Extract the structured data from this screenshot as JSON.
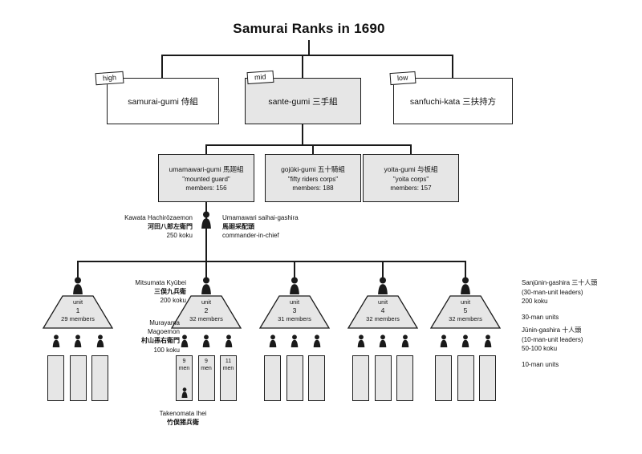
{
  "title": "Samurai Ranks in 1690",
  "colors": {
    "box_fill": "#e6e6e6",
    "line": "#1a1a1a",
    "background": "#ffffff"
  },
  "ranks": [
    {
      "tag": "high",
      "label": "samurai-gumi 侍組"
    },
    {
      "tag": "mid",
      "label": "sante-gumi 三手組"
    },
    {
      "tag": "low",
      "label": "sanfuchi-kata 三扶持方"
    }
  ],
  "corps": [
    {
      "name": "umamawari-gumi 馬廻組",
      "alias": "\"mounted guard\"",
      "members": "members: 156"
    },
    {
      "name": "gojūki-gumi 五十騎組",
      "alias": "\"fifty riders corps\"",
      "members": "members: 188"
    },
    {
      "name": "yoita-gumi 与板組",
      "alias": "\"yoita corps\"",
      "members": "members: 157"
    }
  ],
  "commander": {
    "name": "Kawata Hachirōzaemon",
    "name_kanji": "河田八郎左衛門",
    "stipend": "250 koku",
    "title": "Umamawari saihai-gashira",
    "title_kanji": "馬廻采配頭",
    "role": "commander-in-chief"
  },
  "units": [
    {
      "label": "unit",
      "number": "1",
      "members": "29 members"
    },
    {
      "label": "unit",
      "number": "2",
      "members": "32 members"
    },
    {
      "label": "unit",
      "number": "3",
      "members": "31 members"
    },
    {
      "label": "unit",
      "number": "4",
      "members": "32 members"
    },
    {
      "label": "unit",
      "number": "5",
      "members": "32 members"
    }
  ],
  "unit2": {
    "leader": {
      "name": "Mitsumata Kyūbei",
      "name_kanji": "三俣九兵衛",
      "stipend": "200 koku"
    },
    "subleader": {
      "name_line1": "Murayama",
      "name_line2": "Magoemon",
      "name_kanji": "村山孫右衛門",
      "stipend": "100 koku"
    },
    "squads": [
      {
        "count": "9",
        "unit": "men"
      },
      {
        "count": "9",
        "unit": "men"
      },
      {
        "count": "11",
        "unit": "men"
      }
    ],
    "squad_leader": {
      "name": "Takenomata Ihei",
      "name_kanji": "竹俣猪兵衛"
    }
  },
  "legend": {
    "thirty_title": "Sanjūnin-gashira 三十人頭",
    "thirty_desc": "(30-man-unit leaders)",
    "thirty_stipend": "200 koku",
    "thirty_units": "30-man units",
    "ten_title": "Jūnin-gashira 十人頭",
    "ten_desc": "(10-man-unit leaders)",
    "ten_stipend": "50-100 koku",
    "ten_units": "10-man units"
  }
}
